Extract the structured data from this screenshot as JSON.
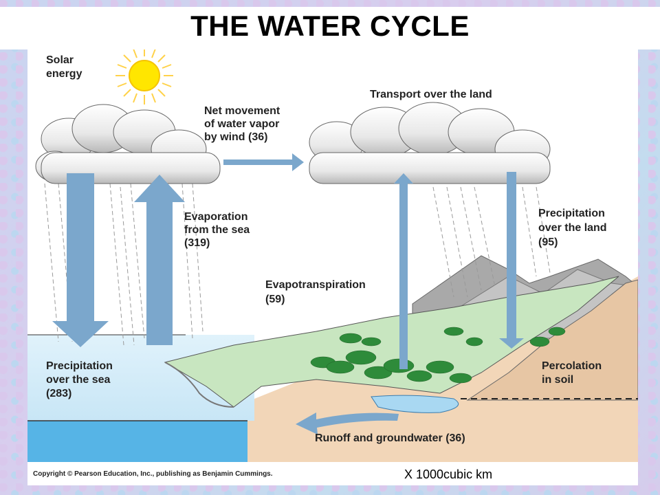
{
  "title": "THE WATER CYCLE",
  "labels": {
    "solar_energy": [
      "Solar",
      "energy"
    ],
    "net_movement": [
      "Net movement",
      "of water vapor",
      "by wind (36)"
    ],
    "transport": "Transport over the land",
    "evaporation": [
      "Evaporation",
      "from the sea",
      "(319)"
    ],
    "precip_land": [
      "Precipitation",
      "over the land",
      "(95)"
    ],
    "evapotranspiration": [
      "Evapotranspiration",
      "(59)"
    ],
    "precip_sea": [
      "Precipitation",
      "over the sea",
      "(283)"
    ],
    "percolation": [
      "Percolation",
      "in soil"
    ],
    "runoff": "Runoff and groundwater (36)"
  },
  "copyright": "Copyright © Pearson Education, Inc., publishing as Benjamin Cummings.",
  "unit_note": "X 1000cubic km",
  "colors": {
    "arrow": "#7ba7cc",
    "sea": "#d3ecf8",
    "deep_sea": "#56b4e6",
    "land": "#c8e6c0",
    "soil": "#f2d6b8",
    "sun": "#ffe600",
    "forest": "#2e8b3a",
    "mountain": "#9a9a9a"
  },
  "flows": [
    {
      "name": "Net movement of water vapor by wind",
      "value": 36
    },
    {
      "name": "Evaporation from the sea",
      "value": 319
    },
    {
      "name": "Precipitation over the land",
      "value": 95
    },
    {
      "name": "Evapotranspiration",
      "value": 59
    },
    {
      "name": "Precipitation over the sea",
      "value": 283
    },
    {
      "name": "Runoff and groundwater",
      "value": 36
    }
  ]
}
